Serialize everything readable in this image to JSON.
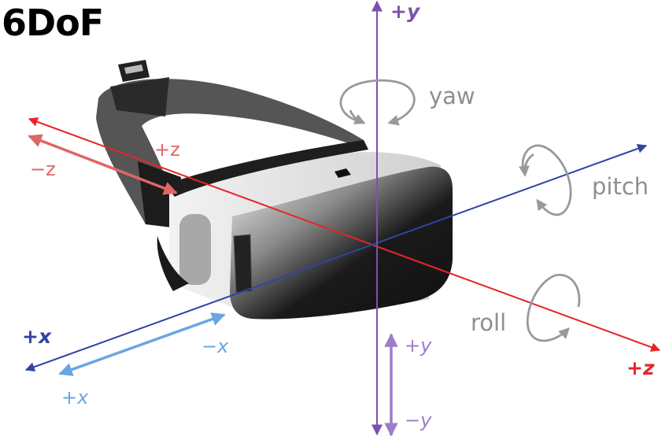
{
  "title": "6DoF",
  "colors": {
    "z_axis": "#e8232b",
    "z_motion": "#e06666",
    "x_axis": "#2f45a0",
    "x_motion": "#6aa6e0",
    "y_axis": "#7b52ab",
    "y_motion": "#9b7ec8",
    "rotation": "#999999",
    "headset_dark": "#151515",
    "headset_strap": "#555555",
    "headset_light": "#e4e4e4"
  },
  "axes": {
    "y": {
      "positive_label": "+y"
    },
    "z": {
      "positive_label": "+z"
    },
    "x": {
      "positive_label": "+x"
    }
  },
  "translations": {
    "z": {
      "positive_label": "+z",
      "negative_label": "−z"
    },
    "x": {
      "positive_label": "+x",
      "negative_label": "−x"
    },
    "y": {
      "positive_label": "+y",
      "negative_label": "−y"
    }
  },
  "rotations": {
    "yaw": "yaw",
    "pitch": "pitch",
    "roll": "roll"
  },
  "image": {
    "subject": "VR headset"
  }
}
